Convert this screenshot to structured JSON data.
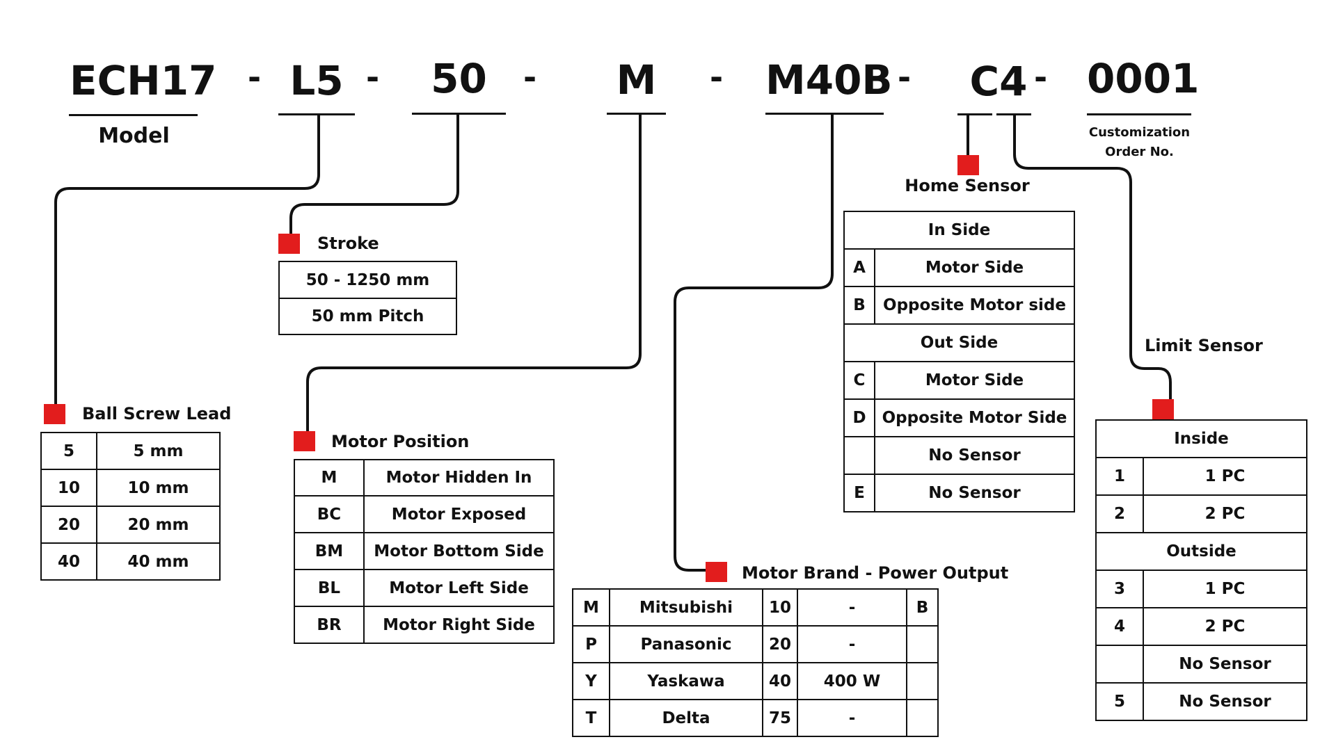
{
  "part_number": {
    "segments": [
      "ECH17",
      "L5",
      "50",
      "M",
      "M40B",
      "C4",
      "0001"
    ],
    "separator": "-",
    "model_label": "Model",
    "custom_label_line1": "Customization",
    "custom_label_line2": "Order No."
  },
  "marker_color": "#e21d1d",
  "ball_screw_lead": {
    "title": "Ball Screw Lead",
    "rows": [
      {
        "code": "5",
        "value": "5 mm"
      },
      {
        "code": "10",
        "value": "10 mm"
      },
      {
        "code": "20",
        "value": "20 mm"
      },
      {
        "code": "40",
        "value": "40 mm"
      }
    ]
  },
  "stroke": {
    "title": "Stroke",
    "rows": [
      "50 - 1250 mm",
      "50 mm Pitch"
    ]
  },
  "motor_position": {
    "title": "Motor Position",
    "rows": [
      {
        "code": "M",
        "value": "Motor Hidden In"
      },
      {
        "code": "BC",
        "value": "Motor Exposed"
      },
      {
        "code": "BM",
        "value": "Motor Bottom Side"
      },
      {
        "code": "BL",
        "value": "Motor Left Side"
      },
      {
        "code": "BR",
        "value": "Motor Right Side"
      }
    ]
  },
  "motor_brand": {
    "title": "Motor Brand - Power Output",
    "rows": [
      {
        "code": "M",
        "brand": "Mitsubishi",
        "num": "10",
        "power": "-"
      },
      {
        "code": "P",
        "brand": "Panasonic",
        "num": "20",
        "power": "-"
      },
      {
        "code": "Y",
        "brand": "Yaskawa",
        "num": "40",
        "power": "400 W"
      },
      {
        "code": "T",
        "brand": "Delta",
        "num": "75",
        "power": "-"
      }
    ],
    "brake_code": "B"
  },
  "home_sensor": {
    "title": "Home Sensor",
    "in_side": "In Side",
    "in_rows": [
      {
        "code": "A",
        "value": "Motor Side"
      },
      {
        "code": "B",
        "value": "Opposite Motor side"
      }
    ],
    "out_side": "Out Side",
    "out_rows": [
      {
        "code": "C",
        "value": "Motor Side"
      },
      {
        "code": "D",
        "value": "Opposite Motor Side"
      },
      {
        "code": "",
        "value": "No Sensor"
      },
      {
        "code": "E",
        "value": "No Sensor"
      }
    ]
  },
  "limit_sensor": {
    "title": "Limit Sensor",
    "inside": "Inside",
    "inside_rows": [
      {
        "code": "1",
        "value": "1 PC"
      },
      {
        "code": "2",
        "value": "2 PC"
      }
    ],
    "outside": "Outside",
    "outside_rows": [
      {
        "code": "3",
        "value": "1 PC"
      },
      {
        "code": "4",
        "value": "2 PC"
      },
      {
        "code": "",
        "value": "No Sensor"
      },
      {
        "code": "5",
        "value": "No Sensor"
      }
    ]
  }
}
